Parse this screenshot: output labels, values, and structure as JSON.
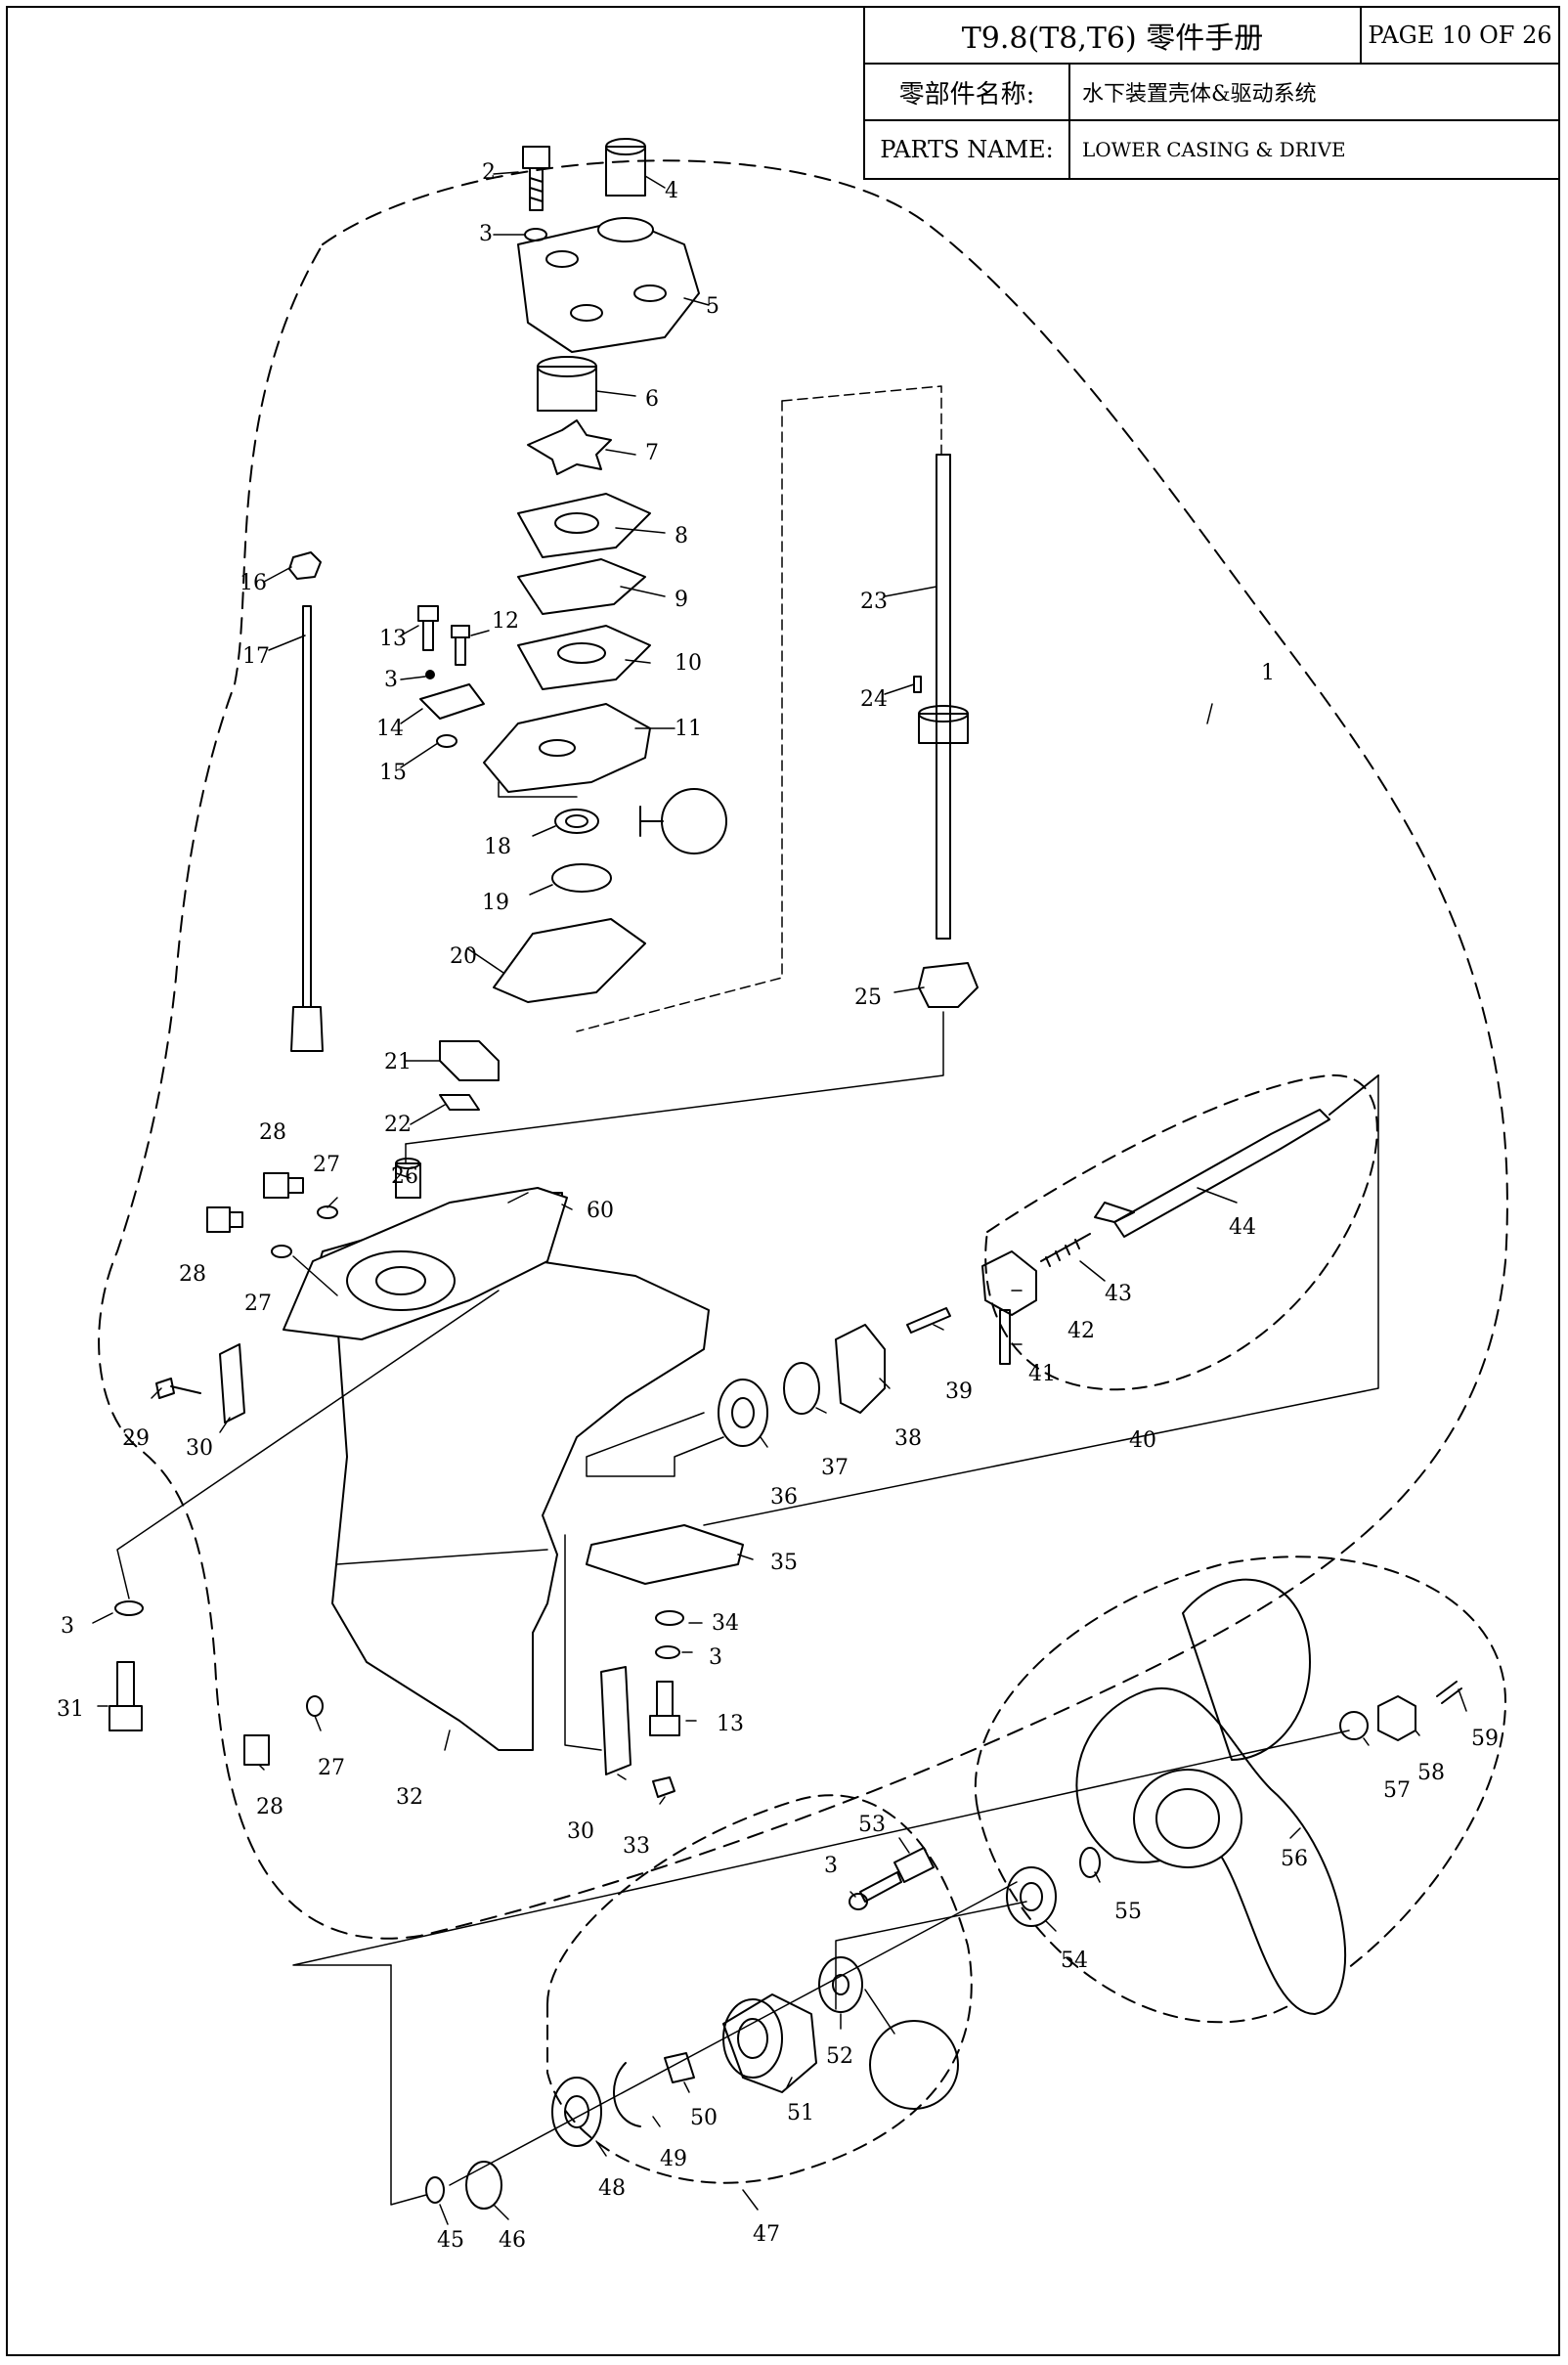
{
  "title_block": {
    "title": "T9.8(T8,T6) 零件手册",
    "page": "PAGE 10 OF 26",
    "name_cn_label": "零部件名称:",
    "name_cn_value": "水下装置壳体&驱动系统",
    "name_en_label": "PARTS NAME:",
    "name_en_value": "LOWER CASING & DRIVE"
  },
  "callouts": [
    {
      "id": "1",
      "label": "1",
      "part": "1"
    },
    {
      "id": "2",
      "label": "2",
      "part": "2"
    },
    {
      "id": "3a",
      "label": "3",
      "part": "3"
    },
    {
      "id": "4",
      "label": "4",
      "part": "4"
    },
    {
      "id": "5",
      "label": "5",
      "part": "5"
    },
    {
      "id": "6",
      "label": "6",
      "part": "6"
    },
    {
      "id": "7",
      "label": "7",
      "part": "7"
    },
    {
      "id": "8",
      "label": "8",
      "part": "8"
    },
    {
      "id": "9",
      "label": "9",
      "part": "9"
    },
    {
      "id": "10",
      "label": "10",
      "part": "10"
    },
    {
      "id": "11",
      "label": "11",
      "part": "11"
    },
    {
      "id": "12",
      "label": "12",
      "part": "12"
    },
    {
      "id": "13a",
      "label": "13",
      "part": "13"
    },
    {
      "id": "3b",
      "label": "3",
      "part": "3"
    },
    {
      "id": "14",
      "label": "14",
      "part": "14"
    },
    {
      "id": "15",
      "label": "15",
      "part": "15"
    },
    {
      "id": "16",
      "label": "16",
      "part": "16"
    },
    {
      "id": "17",
      "label": "17",
      "part": "17"
    },
    {
      "id": "18",
      "label": "18",
      "part": "18"
    },
    {
      "id": "19",
      "label": "19",
      "part": "19"
    },
    {
      "id": "20",
      "label": "20",
      "part": "20"
    },
    {
      "id": "21",
      "label": "21",
      "part": "21"
    },
    {
      "id": "22",
      "label": "22",
      "part": "22"
    },
    {
      "id": "23",
      "label": "23",
      "part": "23"
    },
    {
      "id": "24",
      "label": "24",
      "part": "24"
    },
    {
      "id": "25",
      "label": "25",
      "part": "25"
    },
    {
      "id": "26",
      "label": "26",
      "part": "26"
    },
    {
      "id": "27a",
      "label": "27",
      "part": "27"
    },
    {
      "id": "27b",
      "label": "27",
      "part": "27"
    },
    {
      "id": "28a",
      "label": "28",
      "part": "28"
    },
    {
      "id": "28b",
      "label": "28",
      "part": "28"
    },
    {
      "id": "60",
      "label": "60",
      "part": "60"
    },
    {
      "id": "29",
      "label": "29",
      "part": "29"
    },
    {
      "id": "30a",
      "label": "30",
      "part": "30"
    },
    {
      "id": "44",
      "label": "44",
      "part": "44"
    },
    {
      "id": "43",
      "label": "43",
      "part": "43"
    },
    {
      "id": "42",
      "label": "42",
      "part": "42"
    },
    {
      "id": "41",
      "label": "41",
      "part": "41"
    },
    {
      "id": "39",
      "label": "39",
      "part": "39"
    },
    {
      "id": "38",
      "label": "38",
      "part": "38"
    },
    {
      "id": "37",
      "label": "37",
      "part": "37"
    },
    {
      "id": "36",
      "label": "36",
      "part": "36"
    },
    {
      "id": "40",
      "label": "40",
      "part": "40"
    },
    {
      "id": "35",
      "label": "35",
      "part": "35"
    },
    {
      "id": "34",
      "label": "34",
      "part": "34"
    },
    {
      "id": "3c",
      "label": "3",
      "part": "3"
    },
    {
      "id": "13b",
      "label": "13",
      "part": "13"
    },
    {
      "id": "3d",
      "label": "3",
      "part": "3"
    },
    {
      "id": "31",
      "label": "31",
      "part": "31"
    },
    {
      "id": "27c",
      "label": "27",
      "part": "27"
    },
    {
      "id": "28c",
      "label": "28",
      "part": "28"
    },
    {
      "id": "32",
      "label": "32",
      "part": "32"
    },
    {
      "id": "30b",
      "label": "30",
      "part": "30"
    },
    {
      "id": "33",
      "label": "33",
      "part": "33"
    },
    {
      "id": "59",
      "label": "59",
      "part": "59"
    },
    {
      "id": "58",
      "label": "58",
      "part": "58"
    },
    {
      "id": "57",
      "label": "57",
      "part": "57"
    },
    {
      "id": "56",
      "label": "56",
      "part": "56"
    },
    {
      "id": "55",
      "label": "55",
      "part": "55"
    },
    {
      "id": "54",
      "label": "54",
      "part": "54"
    },
    {
      "id": "53",
      "label": "53",
      "part": "53"
    },
    {
      "id": "3e",
      "label": "3",
      "part": "3"
    },
    {
      "id": "52",
      "label": "52",
      "part": "52"
    },
    {
      "id": "51",
      "label": "51",
      "part": "51"
    },
    {
      "id": "50",
      "label": "50",
      "part": "50"
    },
    {
      "id": "49",
      "label": "49",
      "part": "49"
    },
    {
      "id": "48",
      "label": "48",
      "part": "48"
    },
    {
      "id": "47",
      "label": "47",
      "part": "47"
    },
    {
      "id": "46",
      "label": "46",
      "part": "46"
    },
    {
      "id": "45",
      "label": "45",
      "part": "45"
    }
  ]
}
